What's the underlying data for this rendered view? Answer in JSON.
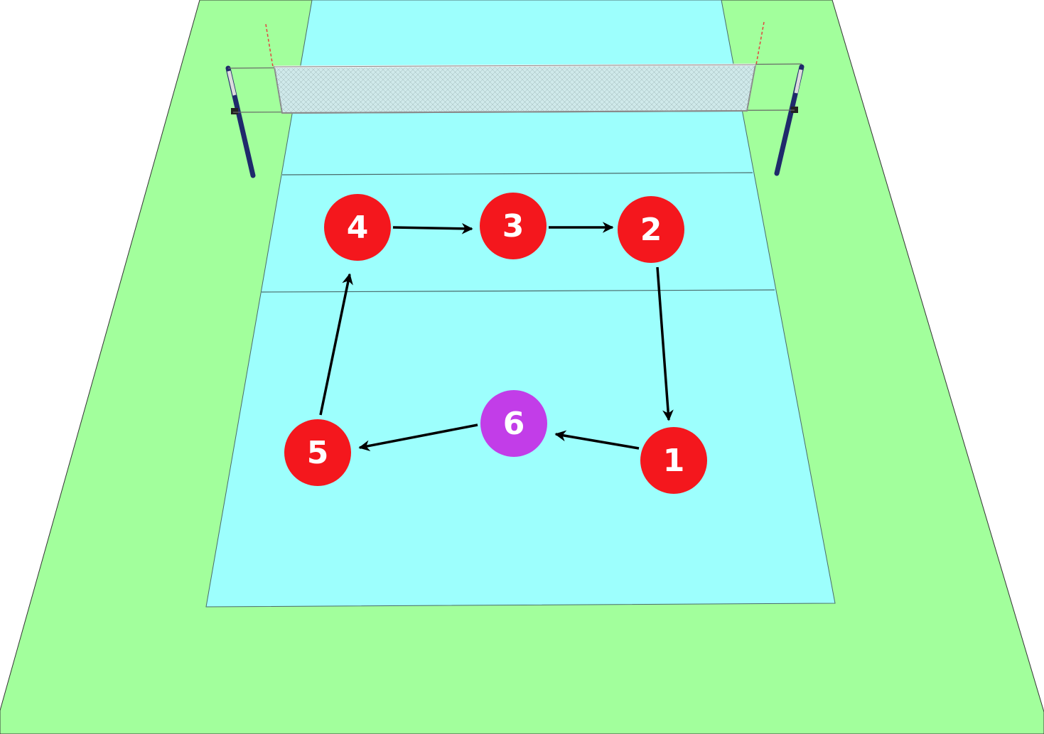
{
  "colors": {
    "background": "#ffffff",
    "surround": "#a2ff9c",
    "court": "#9dfffd",
    "court_line": "#4a6a6a",
    "net_mesh": "#cfe9ea",
    "net_frame": "#7d7d7d",
    "pole": "#1f2a6b",
    "antenna": "#e2433e",
    "player": "#f4171d",
    "libero": "#c23de8",
    "arrow": "#000000",
    "player_text": "#ffffff"
  },
  "players": [
    {
      "id": "p1",
      "label": "1",
      "role": "player"
    },
    {
      "id": "p2",
      "label": "2",
      "role": "player"
    },
    {
      "id": "p3",
      "label": "3",
      "role": "player"
    },
    {
      "id": "p4",
      "label": "4",
      "role": "player"
    },
    {
      "id": "p5",
      "label": "5",
      "role": "player"
    },
    {
      "id": "p6",
      "label": "6",
      "role": "libero"
    }
  ],
  "rotation": [
    {
      "from": "p4",
      "to": "p3"
    },
    {
      "from": "p3",
      "to": "p2"
    },
    {
      "from": "p2",
      "to": "p1"
    },
    {
      "from": "p1",
      "to": "p6"
    },
    {
      "from": "p6",
      "to": "p5"
    },
    {
      "from": "p5",
      "to": "p4"
    }
  ]
}
